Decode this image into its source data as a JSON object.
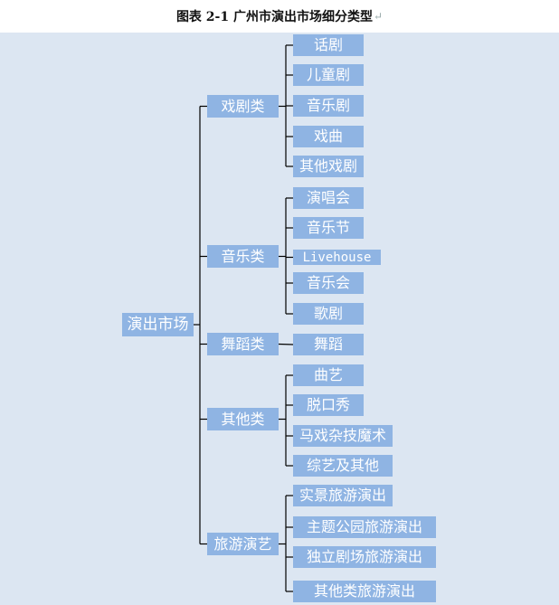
{
  "caption": "图表 2-1   广州市演出市场细分类型",
  "caption_mark": "↵",
  "colors": {
    "node_fill": "#8fb4e3",
    "node_text": "#ffffff",
    "panel": "#dce6f2",
    "line": "#000000"
  },
  "diagram": {
    "root": "演出市场",
    "categories": [
      {
        "label": "戏剧类",
        "children": [
          "话剧",
          "儿童剧",
          "音乐剧",
          "戏曲",
          "其他戏剧"
        ]
      },
      {
        "label": "音乐类",
        "children": [
          "演唱会",
          "音乐节",
          "Livehouse",
          "音乐会",
          "歌剧"
        ]
      },
      {
        "label": "舞蹈类",
        "children": [
          "舞蹈"
        ]
      },
      {
        "label": "其他类",
        "children": [
          "曲艺",
          "脱口秀",
          "马戏杂技魔术",
          "综艺及其他"
        ]
      },
      {
        "label": "旅游演艺",
        "children": [
          "实景旅游演出",
          "主题公园旅游演出",
          "独立剧场旅游演出",
          "其他类旅游演出"
        ]
      }
    ]
  }
}
